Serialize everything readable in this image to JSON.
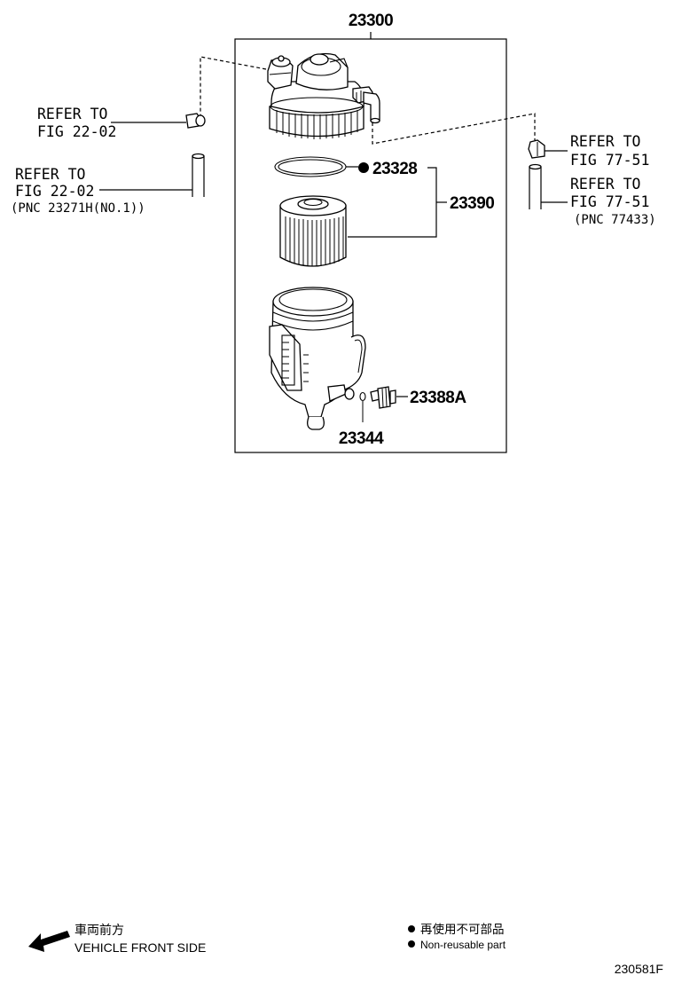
{
  "parts": {
    "assembly": "23300",
    "gasket": "23328",
    "element_kit": "23390",
    "drain_plug": "23388A",
    "o_ring": "23344"
  },
  "references": {
    "left_hose_connector": {
      "line1": "REFER TO",
      "line2": "FIG 22-02"
    },
    "left_hose": {
      "line1": "REFER TO",
      "line2": "FIG 22-02",
      "pnc": "(PNC 23271H(NO.1))"
    },
    "right_hose_connector": {
      "line1": "REFER TO",
      "line2": "FIG 77-51"
    },
    "right_hose": {
      "line1": "REFER TO",
      "line2": "FIG 77-51",
      "pnc": "(PNC 77433)"
    }
  },
  "legend": {
    "vehicle_front_jp": "車両前方",
    "vehicle_front_en": "VEHICLE FRONT SIDE",
    "non_reusable_jp": "再使用不可部品",
    "non_reusable_en": "Non-reusable part"
  },
  "figure_code": "230581F"
}
